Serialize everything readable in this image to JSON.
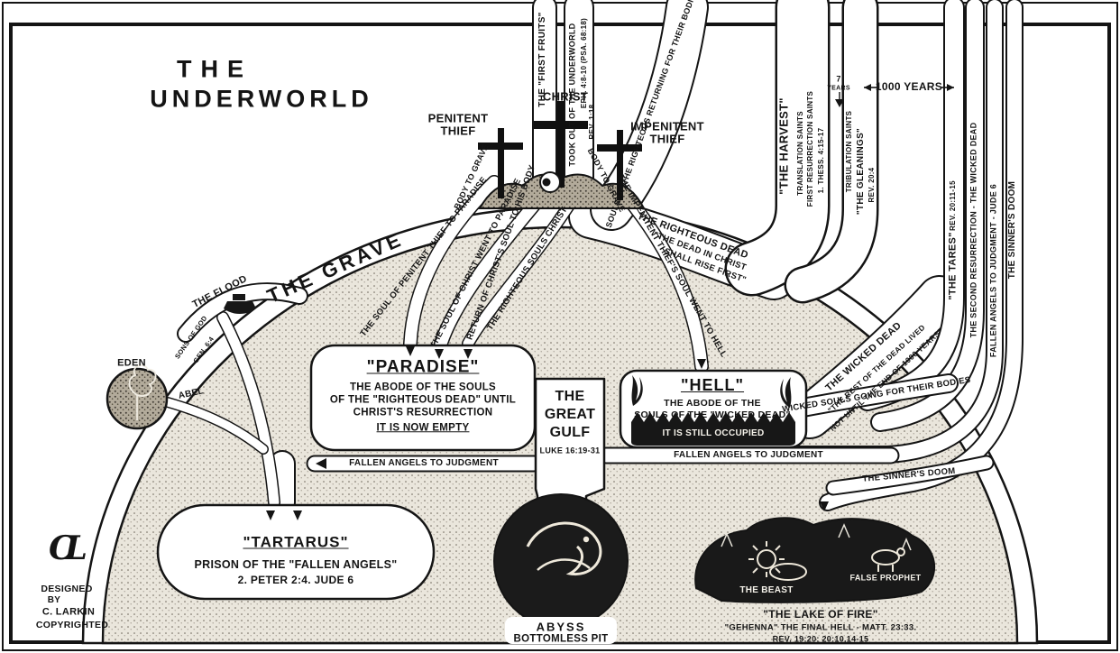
{
  "colors": {
    "ink": "#141414",
    "paper": "#ffffff",
    "stipple": "#eae6dc",
    "dark": "#191919"
  },
  "title": {
    "line1": "THE",
    "line2": "UNDERWORLD"
  },
  "grave": {
    "label": "THE GRAVE"
  },
  "antediluvian": {
    "flood": "THE FLOOD",
    "sons_of_god": "SONS OF GOD",
    "gen_ref": "GEN. 6:4",
    "eden": "EDEN",
    "abel": "ABEL"
  },
  "calvary": {
    "penitent_line1": "PENITENT",
    "penitent_line2": "THIEF",
    "christ": "CHRIST",
    "impenitent_line1": "IMPENITENT",
    "impenitent_line2": "THIEF",
    "first_fruits": "THE \"FIRST FRUITS\"",
    "eph_ref": "EPH. 4:8-10 (PSA. 68:18)",
    "rev_ref": "REV. 1:18"
  },
  "ascension": {
    "took_out": "TOOK OUT OF THE UNDERWORLD",
    "righteous_souls": "THE RIGHTEOUS SOULS CHRIST",
    "soul_of_christ": "THE SOUL OF CHRIST WENT TO PARADISE",
    "return_of_soul": "RETURN OF CHRIST'S SOUL TO HIS BODY",
    "penitent_soul": "THE SOUL OF PENITENT THIEF TO PARADISE",
    "penitent_body": "BODY TO GRAVE",
    "impenitent_soul": "THE IMPENITENT THIEF'S SOUL WENT TO HELL",
    "impenitent_body": "BODY TO GRAVE",
    "souls_returning": "SOULS OF THE RIGHTEOUS RETURNING FOR THEIR BODIES"
  },
  "resurrection": {
    "righteous_dead_title": "THE RIGHTEOUS DEAD",
    "righteous_dead_line2": "\"THE DEAD IN CHRIST",
    "righteous_dead_line3": "SHALL RISE FIRST\"",
    "harvest": "\"THE HARVEST\"",
    "translation_saints": "TRANSLATION SAINTS",
    "first_resurrection_saints": "FIRST RESURRECTION SAINTS",
    "thess_ref": "1. THESS. 4:15-17",
    "tribulation_saints": "TRIBULATION SAINTS",
    "gleanings": "\"THE GLEANINGS\"",
    "gleanings_ref": "REV. 20:4",
    "seven": "7",
    "years": "YEARS",
    "thousand_years": "1000 YEARS",
    "tares": "\"THE TARES\"",
    "tares_ref": "REV. 20:11-15",
    "second_resurrection": "THE SECOND RESURRECTION - THE WICKED DEAD",
    "wicked_dead_title": "THE WICKED DEAD",
    "wicked_dead_line2": "\"THE REST OF THE DEAD LIVED",
    "wicked_dead_line3": "NOT UNTIL THE END OF 1000 YEARS\"",
    "wicked_souls": "WICKED SOULS GOING FOR THEIR BODIES"
  },
  "judgment": {
    "fallen_angels_left": "FALLEN ANGELS TO JUDGMENT",
    "fallen_angels_right": "FALLEN ANGELS TO JUDGMENT",
    "fallen_angels_jude": "FALLEN ANGELS TO JUDGMENT - JUDE 6",
    "sinners_doom_vertical": "THE SINNER'S DOOM",
    "sinners_doom_horizontal": "THE SINNER'S DOOM"
  },
  "paradise": {
    "title": "\"PARADISE\"",
    "line1": "THE ABODE OF THE SOULS",
    "line2": "OF THE \"RIGHTEOUS DEAD\" UNTIL",
    "line3": "CHRIST'S RESURRECTION",
    "line4": "IT IS NOW EMPTY"
  },
  "great_gulf": {
    "word1": "THE",
    "word2": "GREAT",
    "word3": "GULF",
    "ref": "LUKE 16:19-31"
  },
  "hell": {
    "title": "\"HELL\"",
    "line1": "THE ABODE OF THE",
    "line2": "SOULS OF THE \"WICKED DEAD\"",
    "line3": "IT IS STILL OCCUPIED"
  },
  "tartarus": {
    "title": "\"TARTARUS\"",
    "line1": "PRISON OF THE \"FALLEN ANGELS\"",
    "line2": "2. PETER 2:4. JUDE 6"
  },
  "abyss": {
    "line1": "ABYSS",
    "line2": "BOTTOMLESS PIT"
  },
  "lake_of_fire": {
    "beast": "THE BEAST",
    "false_prophet": "FALSE PROPHET",
    "title": "\"THE LAKE OF FIRE\"",
    "line1": "\"GEHENNA\" THE FINAL HELL - MATT. 23:33.",
    "line2": "REV. 19:20; 20:10,14-15"
  },
  "credits": {
    "monogram": "CL",
    "line1": "DESIGNED",
    "line2": "BY",
    "line3": "C. LARKIN",
    "line4": "COPYRIGHTED"
  }
}
